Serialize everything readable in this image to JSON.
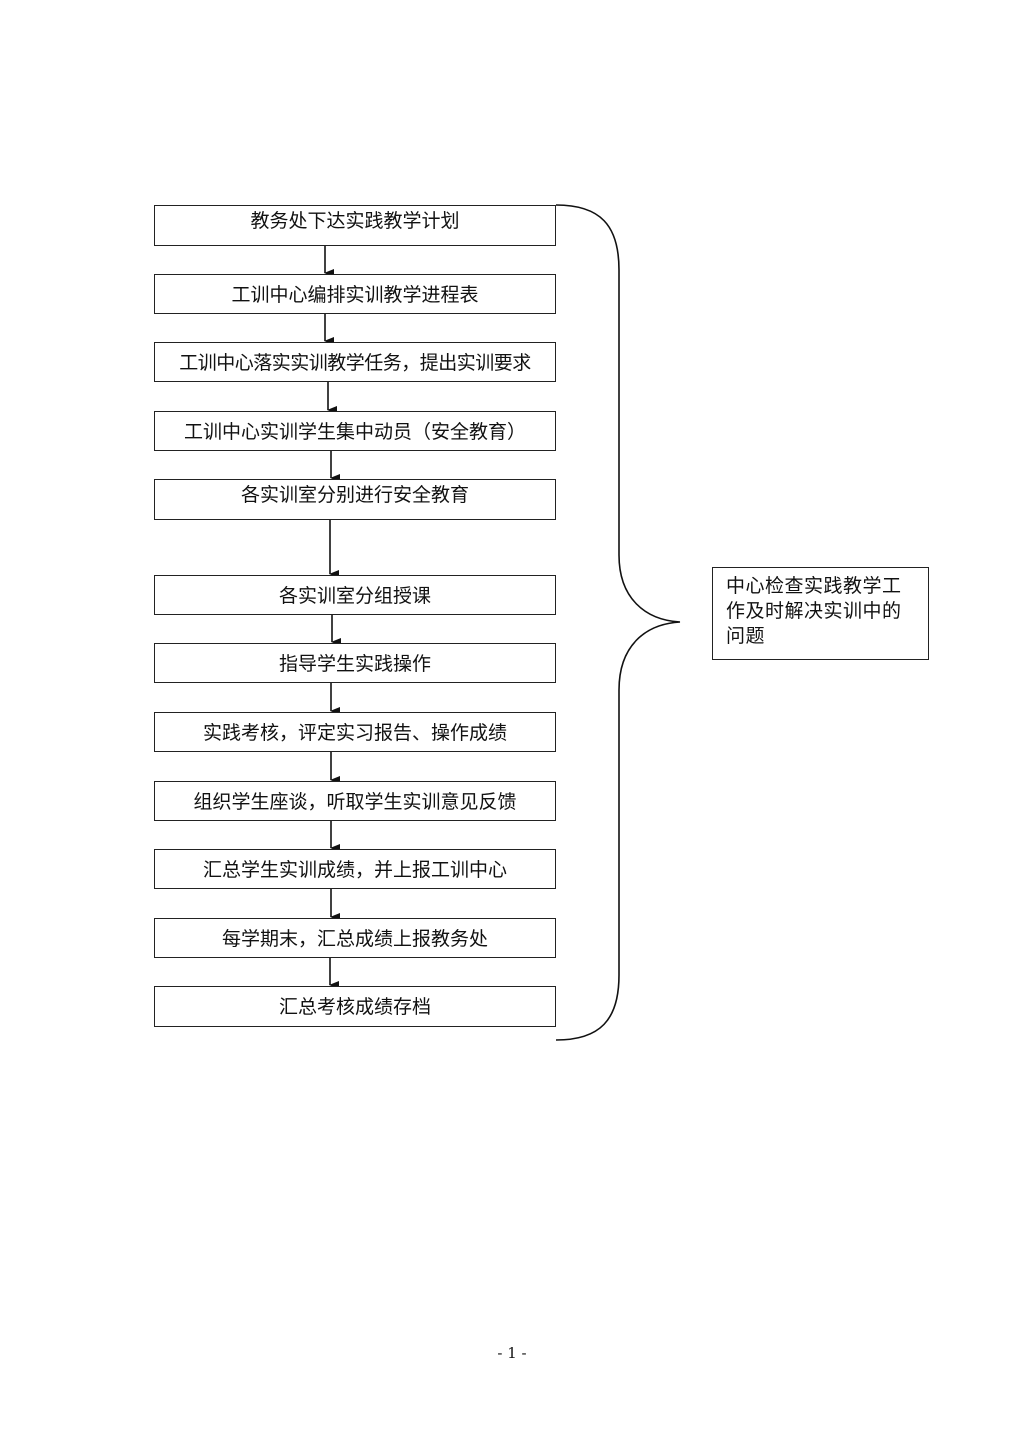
{
  "steps": [
    "教务处下达实践教学计划",
    "工训中心编排实训教学进程表",
    "工训中心落实实训教学任务，提出实训要求",
    "工训中心实训学生集中动员（安全教育）",
    "各实训室分别进行安全教育",
    "各实训室分组授课",
    "指导学生实践操作",
    "实践考核，评定实习报告、操作成绩",
    "组织学生座谈，听取学生实训意见反馈",
    "汇总学生实训成绩，并上报工训中心",
    "每学期末，汇总成绩上报教务处",
    "汇总考核成绩存档"
  ],
  "note": "中心检查实践教学工作及时解决实训中的问题",
  "page_number": "- 1 -"
}
